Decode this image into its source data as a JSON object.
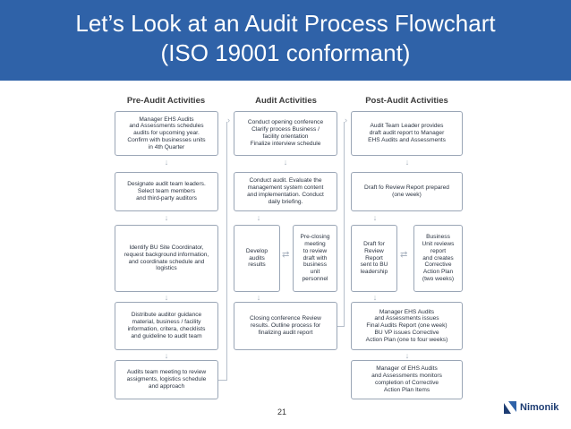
{
  "header": {
    "title_line1": "Let’s Look at an Audit Process Flowchart",
    "title_line2": "(ISO 19001 conformant)"
  },
  "columns": {
    "pre": "Pre-Audit Activities",
    "audit": "Audit Activities",
    "post": "Post-Audit Activities"
  },
  "pre_audit": [
    "Manager EHS Audits\nand Assessments schedules\naudits for upcoming year.\nConfirm with businesses units\nin 4th Quarter",
    "Designate audit team leaders.\nSelect team members\nand third-party auditors",
    "Identify BU Site Coordinator,\nrequest background information,\nand coordinate schedule and\nlogistics",
    "Distribute auditor guidance\nmaterial, business / facility\ninformation, critera, checklists\nand guideline to audit team",
    "Audits team meeting to review\nassigments, logistics schedule\nand approach"
  ],
  "audit": {
    "opening": "Conduct opening conference\nClarify process Business /\nfacility orientation\nFinalize interview schedule",
    "conduct": "Conduct audit. Evaluate the\nmanagement system content\nand implementation. Conduct\ndaily briefing.",
    "develop": "Develop\naudits\nresults",
    "preclosing": "Pre-closing\nmeeting\nto review\ndraft with\nbusiness\nunit\npersonnel",
    "closing": "Closing conference Review\nresults. Outline process for\nfinalizing audit report"
  },
  "post_audit": {
    "provides": "Audit Team Leader provides\ndraft audit report to Manager\nEHS Audits and Assessments",
    "draft": "Draft fo Review Report prepared\n(one week)",
    "sent": "Draft for\nReview\nReport\nsent to BU\nleadership",
    "bu_reviews": "Business\nUnit reviews\nreport\nand creates\nCorrective\nAction Plan\n(two weeks)",
    "final": "Manager EHS Audits\nand Assessments issues\nFinal Audits Report (one week)\nBU VP issues Corrective\nAction Plan (one to four weeks)",
    "monitors": "Manager of EHS Audits\nand Assessments monitors\ncompletion of Corrective\nAction Plan Items"
  },
  "footer": {
    "page_number": "21",
    "brand": "Nimonik"
  },
  "colors": {
    "header_bg": "#2f62a8",
    "box_border": "#9aa6b6",
    "brand": "#1e3d73"
  }
}
